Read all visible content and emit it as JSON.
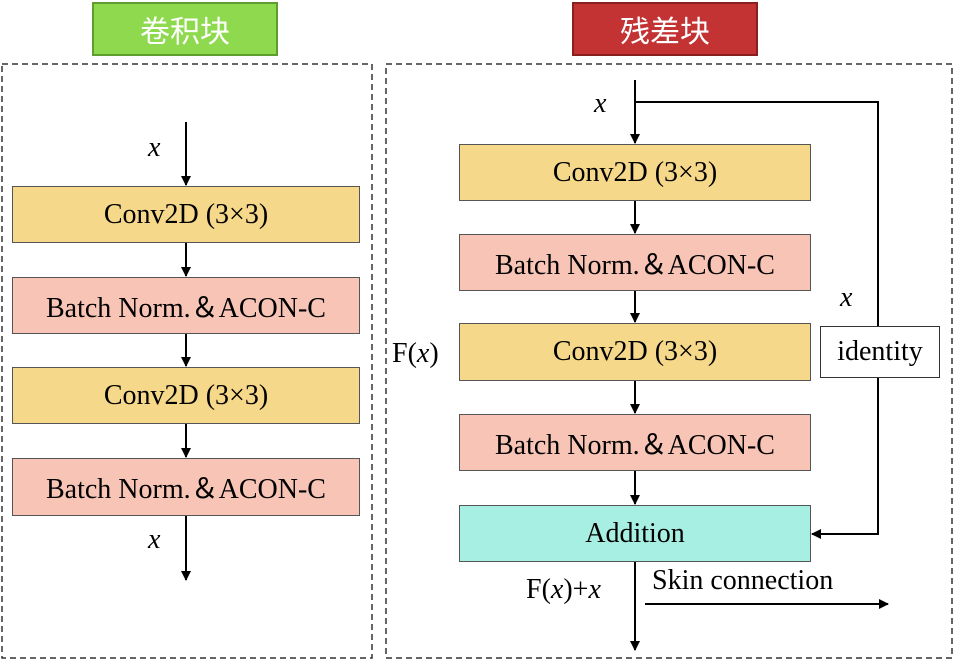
{
  "conv_block": {
    "title": "卷积块",
    "input_label": "x",
    "output_label": "x",
    "layers": [
      {
        "type": "conv",
        "label": "Conv2D (3×3)"
      },
      {
        "type": "bn",
        "label": "Batch Norm.＆ACON-C"
      },
      {
        "type": "conv",
        "label": "Conv2D (3×3)"
      },
      {
        "type": "bn",
        "label": "Batch Norm.＆ACON-C"
      }
    ]
  },
  "residual_block": {
    "title": "残差块",
    "input_label": "x",
    "layers": [
      {
        "type": "conv",
        "label": "Conv2D (3×3)"
      },
      {
        "type": "bn",
        "label": "Batch Norm.＆ACON-C"
      },
      {
        "type": "conv",
        "label": "Conv2D (3×3)"
      },
      {
        "type": "bn",
        "label": "Batch Norm.＆ACON-C"
      }
    ],
    "addition_label": "Addition",
    "fx_prefix": "F(",
    "fx_var": "x",
    "fx_suffix": ")",
    "out_prefix": "F(",
    "out_var1": "x",
    "out_mid": ")+",
    "out_var2": "x",
    "skip_var": "x",
    "identity_label": "identity",
    "skip_connection_label": "Skin connection"
  },
  "colors": {
    "conv": "#f6d88a",
    "bn": "#f7c4b6",
    "addition": "#a8efe3",
    "title_left": "#8fd94f",
    "title_right": "#c33333"
  }
}
